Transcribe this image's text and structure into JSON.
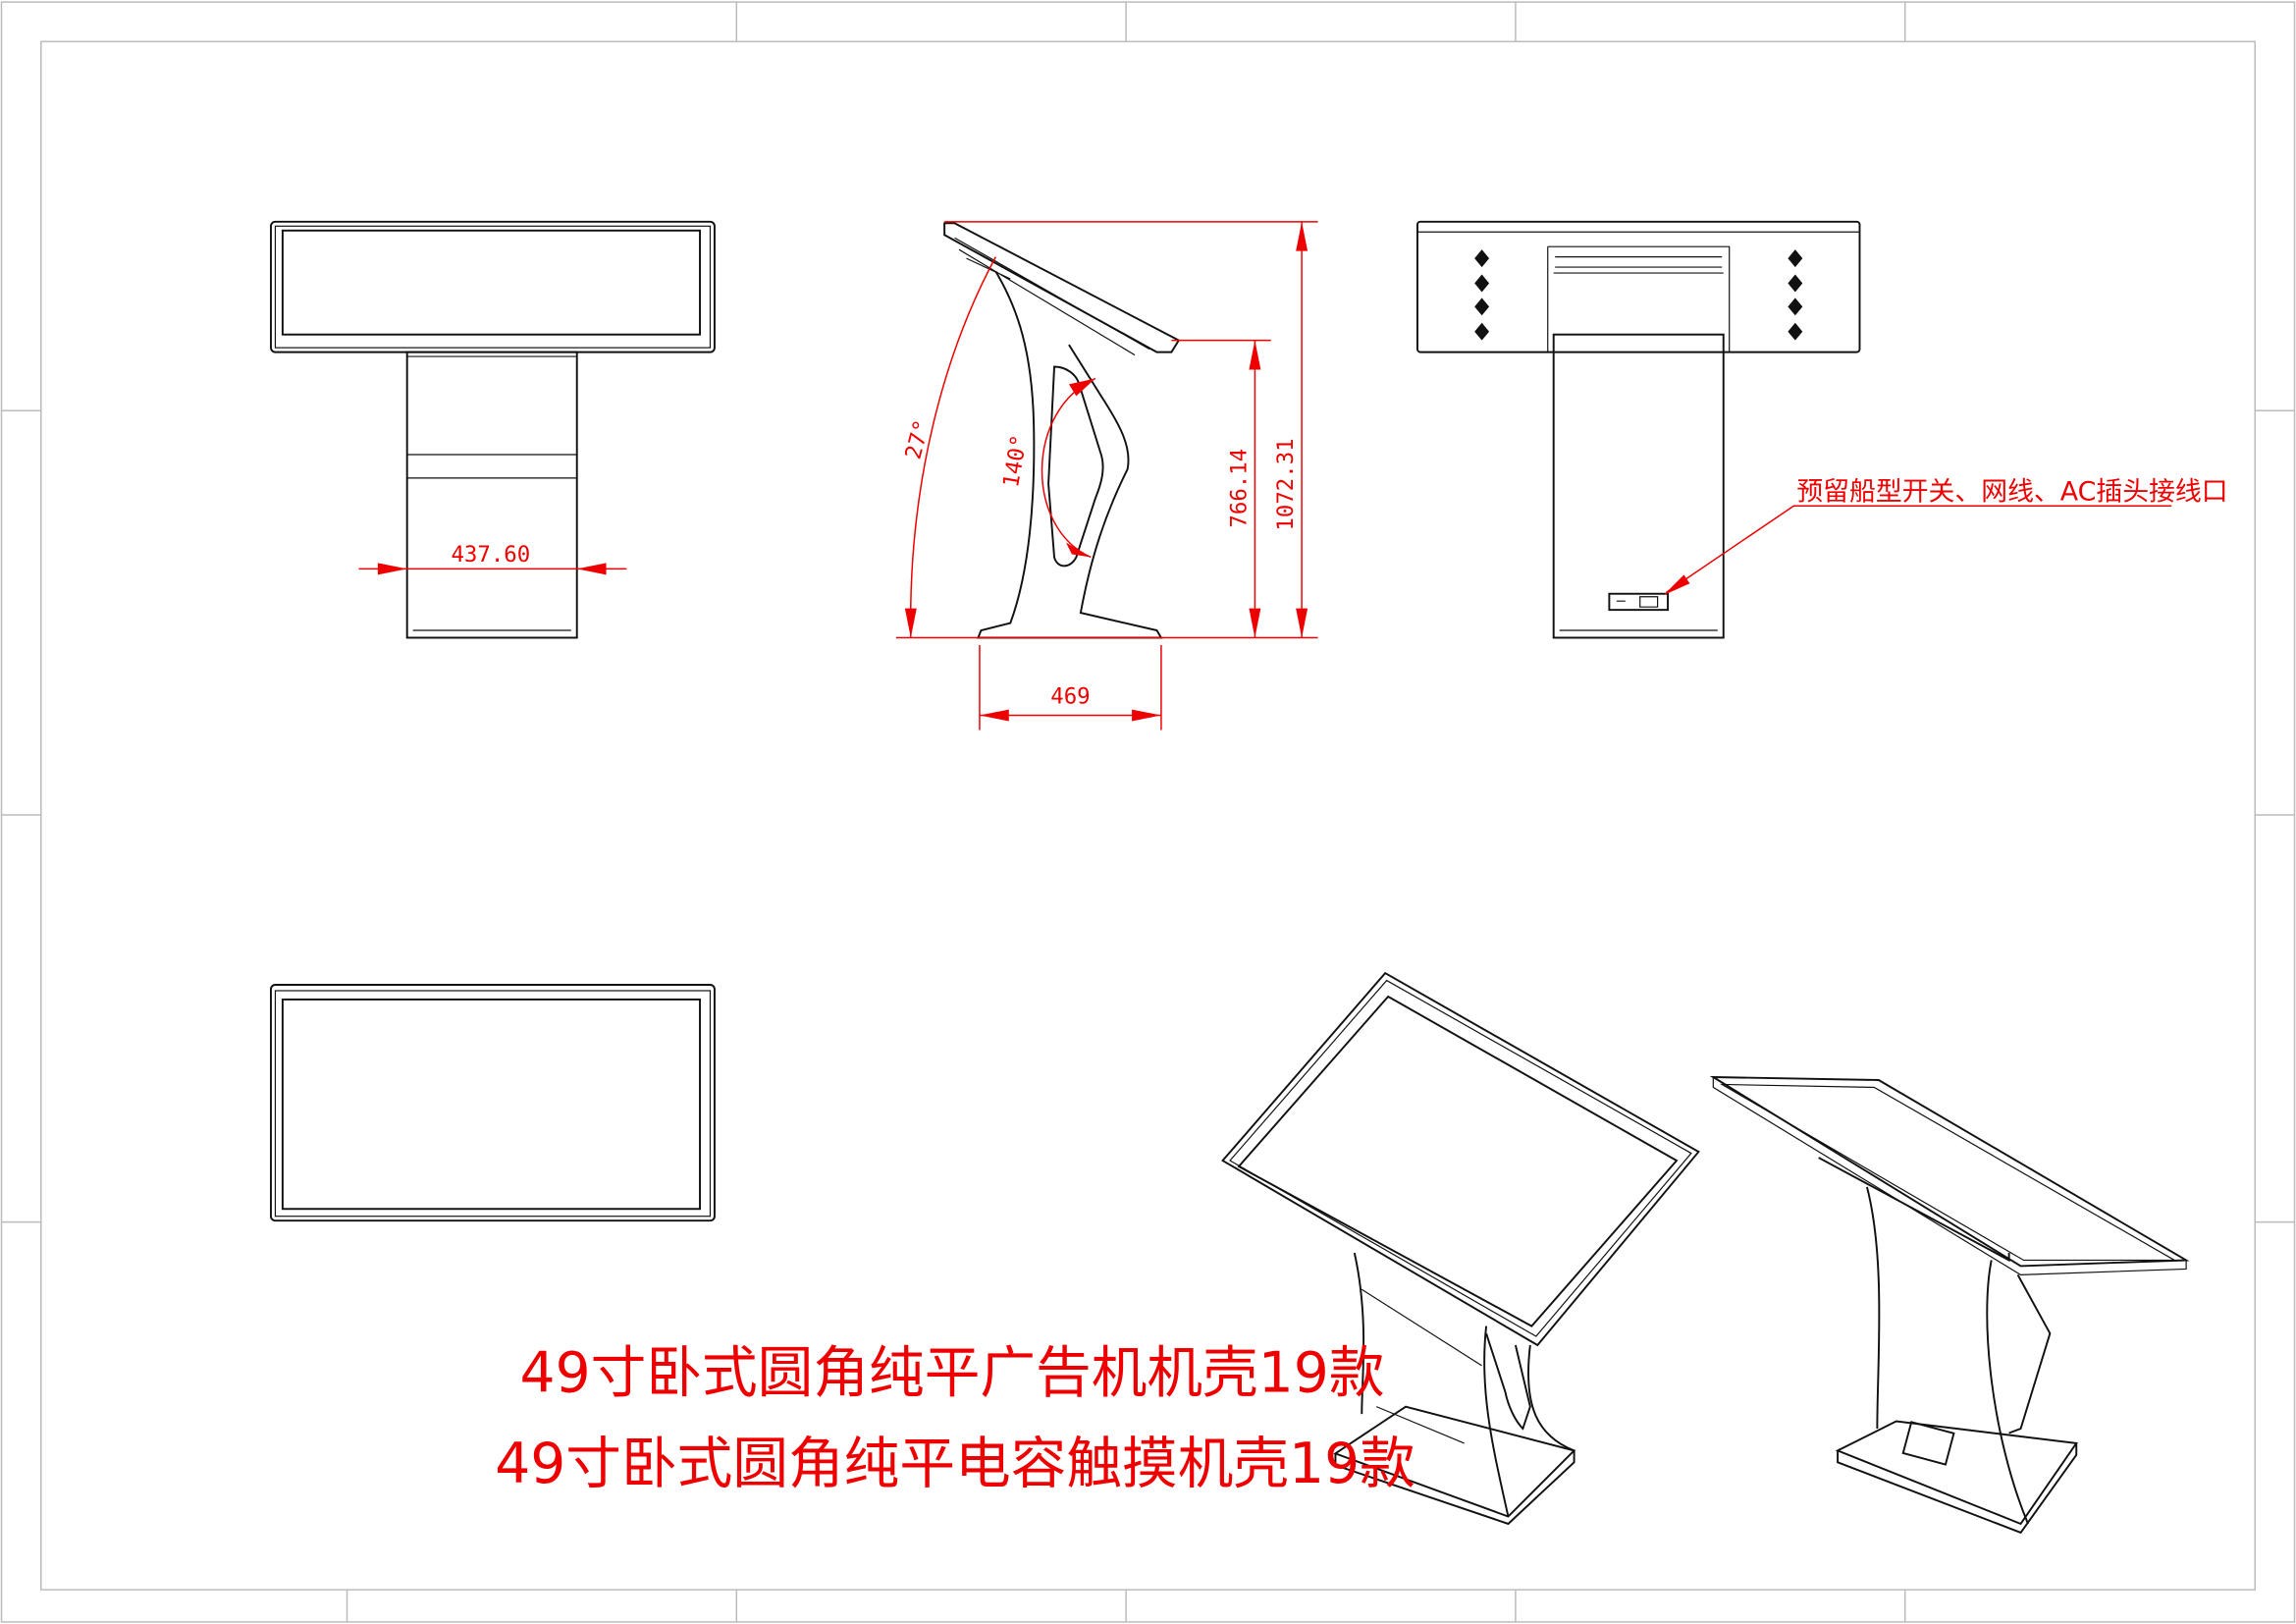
{
  "drawing": {
    "title_lines": [
      "49寸卧式圆角纯平广告机机壳19款",
      "49寸卧式圆角纯平电容触摸机壳19款"
    ],
    "note": "预留船型开关、网线、AC插头接线口",
    "dimensions": {
      "front_pedestal_width": "437.60",
      "side_base_depth": "469",
      "side_height_lower": "766.14",
      "side_height_total": "1072.31",
      "tilt_angle": "27°",
      "stand_angle": "140°"
    },
    "colors": {
      "line": "#111111",
      "dimension": "#ee0000",
      "frame": "#bbbbbb"
    }
  }
}
